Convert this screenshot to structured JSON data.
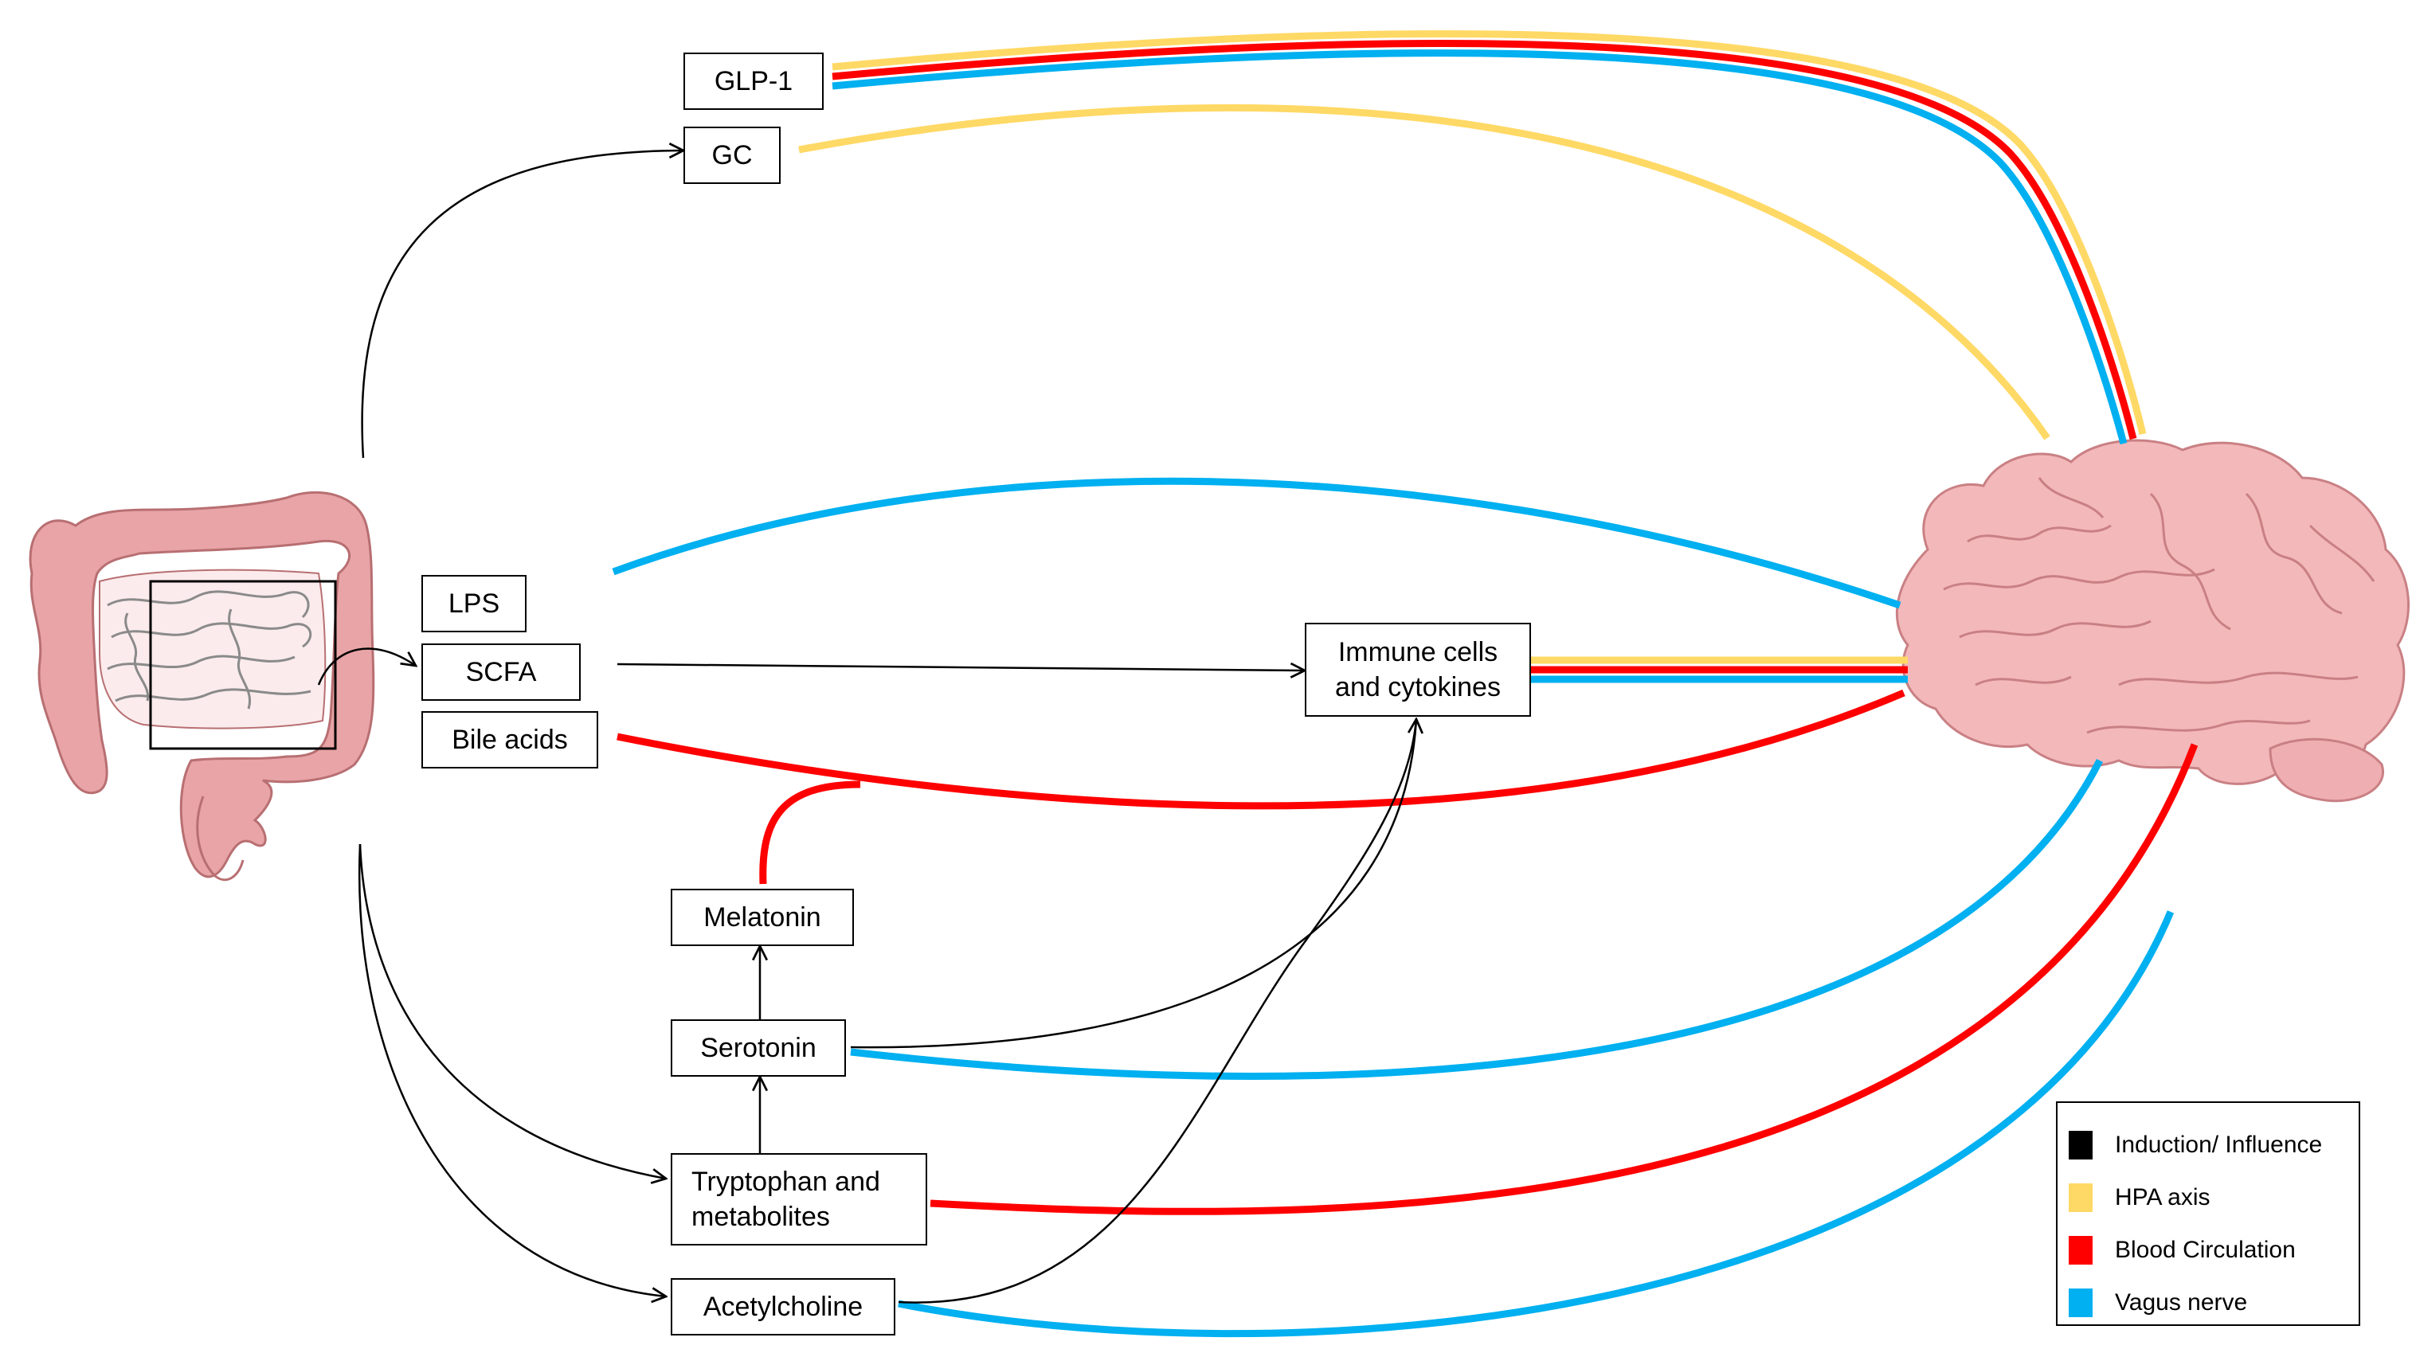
{
  "nodes": {
    "glp1": "GLP-1",
    "gc": "GC",
    "lps": "LPS",
    "scfa": "SCFA",
    "bile_acids": "Bile acids",
    "immune": [
      "Immune cells",
      "and cytokines"
    ],
    "melatonin": "Melatonin",
    "serotonin": "Serotonin",
    "tryptophan": [
      "Tryptophan and",
      "metabolites"
    ],
    "acetylcholine": "Acetylcholine"
  },
  "legend": [
    {
      "label": "Induction/ Influence",
      "color": "#000000"
    },
    {
      "label": "HPA axis",
      "color": "#FFD966"
    },
    {
      "label": "Blood Circulation",
      "color": "#FF0000"
    },
    {
      "label": "Vagus nerve",
      "color": "#00B0F0"
    }
  ],
  "colors": {
    "induction": "#000000",
    "hpa": "#FFD966",
    "blood": "#FF0000",
    "vagus": "#00B0F0",
    "organ_fill": "#E8A4A6",
    "organ_stroke": "#B86F72"
  }
}
